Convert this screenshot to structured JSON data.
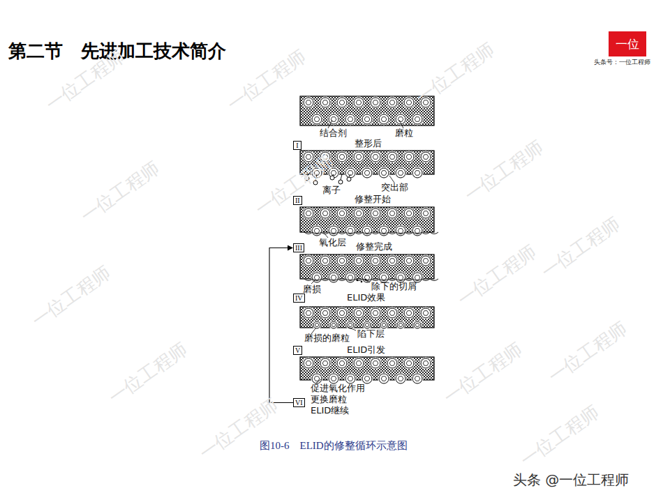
{
  "diagram": {
    "title": "第二节　先进加工技术简介",
    "caption": "图10-6　ELID的修整循环示意图",
    "nodes": [
      {
        "text": [
          "I"
        ]
      },
      {
        "text": [
          "II"
        ]
      },
      {
        "text": [
          "III"
        ]
      },
      {
        "text": [
          "IV"
        ]
      },
      {
        "text": [
          "V"
        ]
      },
      {
        "text": [
          "VI"
        ]
      },
      {
        "text": [
          "一位"
        ]
      }
    ],
    "edges": [
      {
        "from": 5,
        "to": 2,
        "arrow": "to"
      }
    ],
    "labels": [
      "结合剂",
      "磨粒",
      "整形后",
      "离子",
      "突出部",
      "修整开始",
      "氧化层",
      "修整完成",
      "磨损",
      "除下的切屑",
      "ELID效果",
      "陷下层",
      "磨损的磨粒",
      "ELID引发",
      "促进氧化作用",
      "更换磨粒",
      "ELID继续",
      "头条号：一位工程师",
      "头条 @一位工程师",
      "一位工程师",
      "一位工程师",
      "一位工程师",
      "一位工程师",
      "一位工程师",
      "一位工程师",
      "一位工程师",
      "一位工程师",
      "一位工程师",
      "一位工程师",
      "一位工程师",
      "一位工程师",
      "一位工程师",
      "一位工程师"
    ]
  }
}
